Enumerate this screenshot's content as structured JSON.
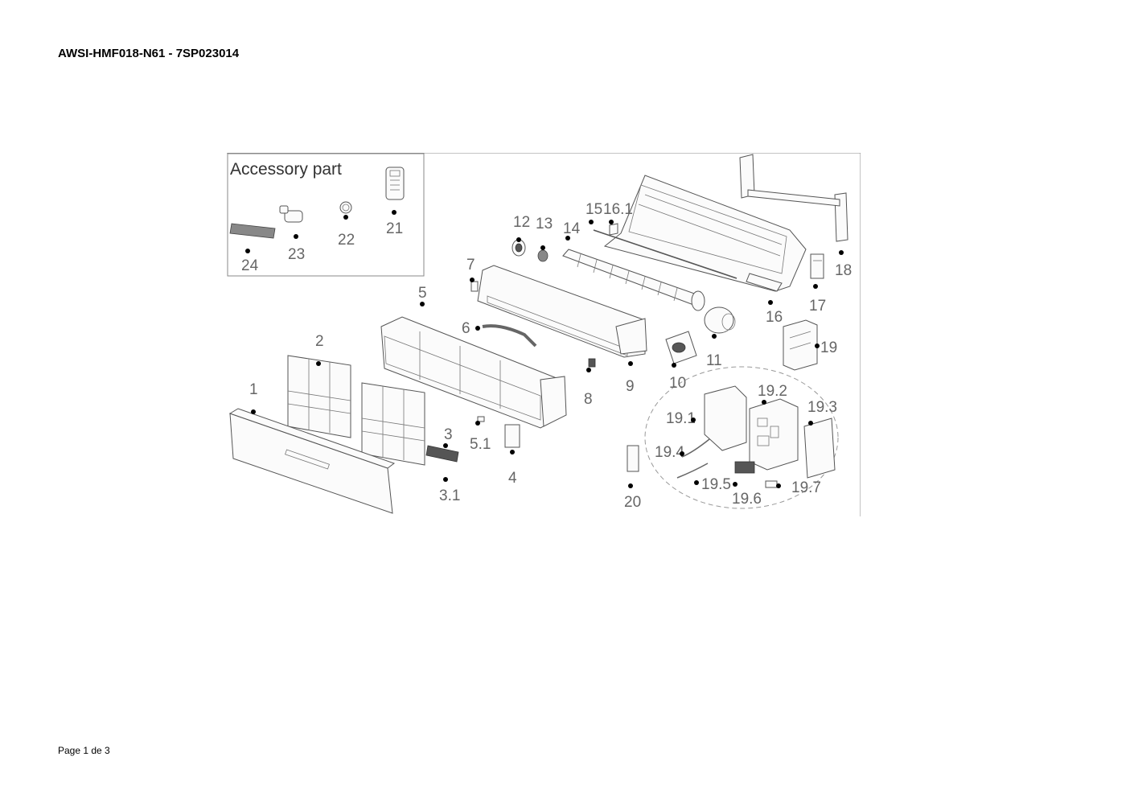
{
  "document": {
    "title": "AWSI-HMF018-N61 - 7SP023014",
    "footer": "Page 1 de 3"
  },
  "diagram": {
    "accessory_title": "Accessory part",
    "labels": [
      "1",
      "2",
      "3",
      "3.1",
      "4",
      "5",
      "5.1",
      "6",
      "7",
      "8",
      "9",
      "10",
      "11",
      "12",
      "13",
      "14",
      "15",
      "16",
      "16.1",
      "17",
      "18",
      "19",
      "19.1",
      "19.2",
      "19.3",
      "19.4",
      "19.5",
      "19.6",
      "19.7",
      "20",
      "21",
      "22",
      "23",
      "24"
    ]
  }
}
